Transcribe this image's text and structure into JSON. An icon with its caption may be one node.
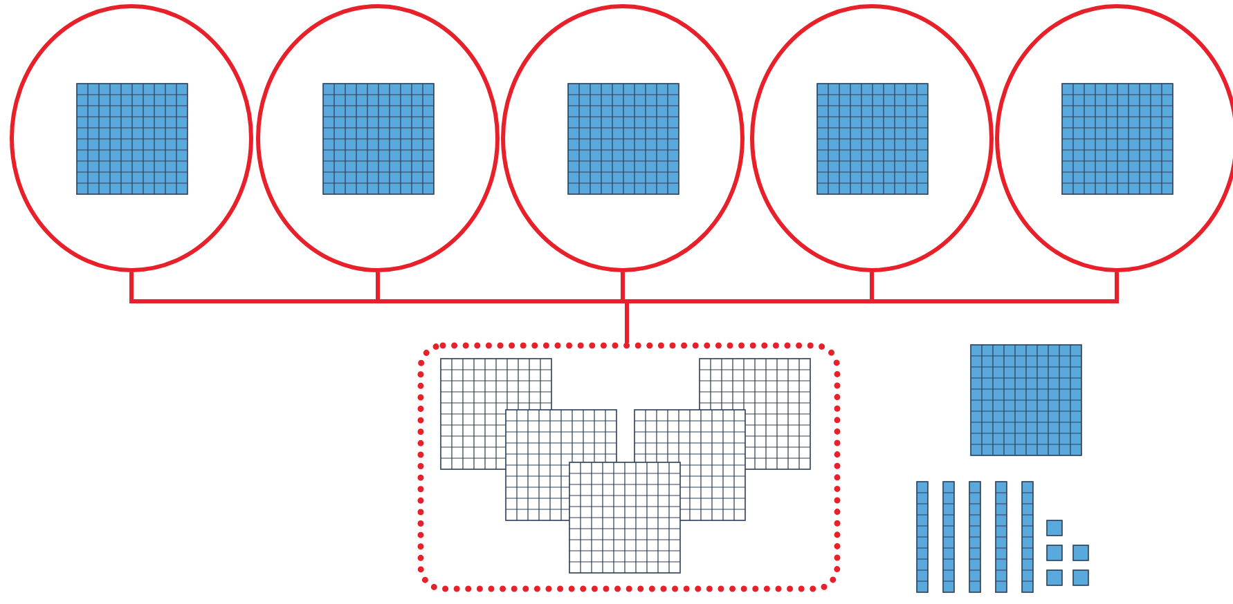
{
  "diagram": {
    "nodes": [
      {
        "text": [],
        "shape": "circle"
      },
      {
        "text": [],
        "shape": "circle"
      },
      {
        "text": [],
        "shape": "circle"
      },
      {
        "text": [],
        "shape": "circle"
      },
      {
        "text": [],
        "shape": "circle"
      },
      {
        "text": [],
        "shape": "box"
      }
    ],
    "edges": [
      {
        "from": 0,
        "to": 5,
        "arrow": "none"
      },
      {
        "from": 1,
        "to": 5,
        "arrow": "none"
      },
      {
        "from": 2,
        "to": 5,
        "arrow": "none"
      },
      {
        "from": 3,
        "to": 5,
        "arrow": "none"
      },
      {
        "from": 4,
        "to": 5,
        "arrow": "none"
      }
    ]
  }
}
